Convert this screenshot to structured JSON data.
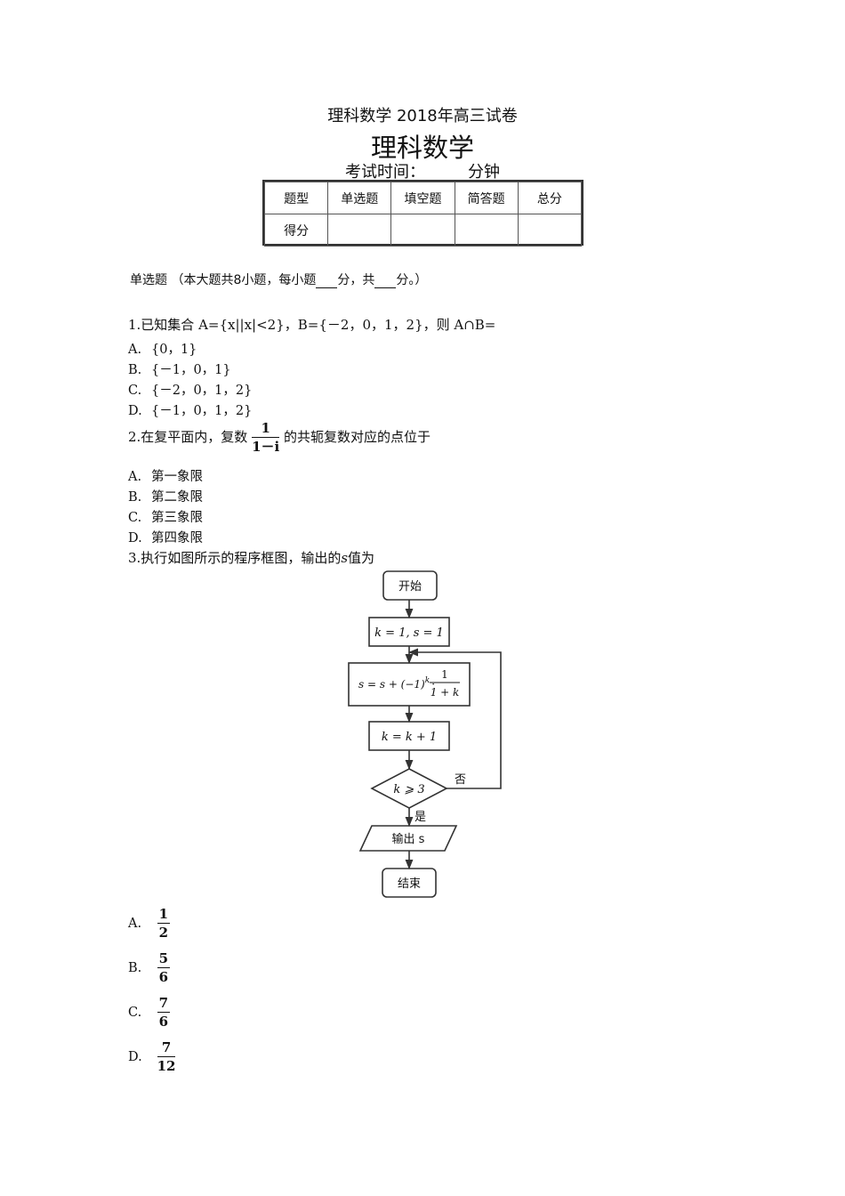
{
  "header": "理科数学 2018年高三试卷",
  "title": "理科数学",
  "exam_time": {
    "prefix": "考试时间：",
    "suffix": "分钟"
  },
  "score_table": {
    "row1": [
      "题型",
      "单选题",
      "填空题",
      "简答题",
      "总分"
    ],
    "row2": [
      "得分",
      "",
      "",
      "",
      ""
    ]
  },
  "section": {
    "part1": "单选题 （本大题共8小题，每小题",
    "part2": "分，共",
    "part3": "分。）"
  },
  "q1": {
    "text": "1.已知集合 A={x||x|<2}，B={－2，0，1，2}，则 A∩B=",
    "options": [
      {
        "label": "A.",
        "text": "{0，1}"
      },
      {
        "label": "B.",
        "text": "{－1，0，1}"
      },
      {
        "label": "C.",
        "text": "{－2，0，1，2}"
      },
      {
        "label": "D.",
        "text": "{－1，0，1，2}"
      }
    ]
  },
  "q2": {
    "prefix": "2.在复平面内，复数",
    "frac_num": "1",
    "frac_den": "1－i",
    "suffix": "的共轭复数对应的点位于",
    "options": [
      {
        "label": "A.",
        "text": "第一象限"
      },
      {
        "label": "B.",
        "text": "第二象限"
      },
      {
        "label": "C.",
        "text": "第三象限"
      },
      {
        "label": "D.",
        "text": "第四象限"
      }
    ]
  },
  "q3": {
    "prefix": "3.执行如图所示的程序框图，输出的",
    "var": "s",
    "suffix": "值为",
    "flowchart": {
      "start": "开始",
      "init": "k = 1, s = 1",
      "update_s_left": "s = s + (−1)",
      "update_s_exp": "k",
      "update_s_dot": "·",
      "update_s_num": "1",
      "update_s_den": "1 + k",
      "update_k": "k = k + 1",
      "condition": "k ⩾ 3",
      "no_label": "否",
      "yes_label": "是",
      "output": "输出 s",
      "end": "结束"
    },
    "options": [
      {
        "label": "A.",
        "num": "1",
        "den": "2"
      },
      {
        "label": "B.",
        "num": "5",
        "den": "6"
      },
      {
        "label": "C.",
        "num": "7",
        "den": "6"
      },
      {
        "label": "D.",
        "num": "7",
        "den": "12"
      }
    ]
  }
}
